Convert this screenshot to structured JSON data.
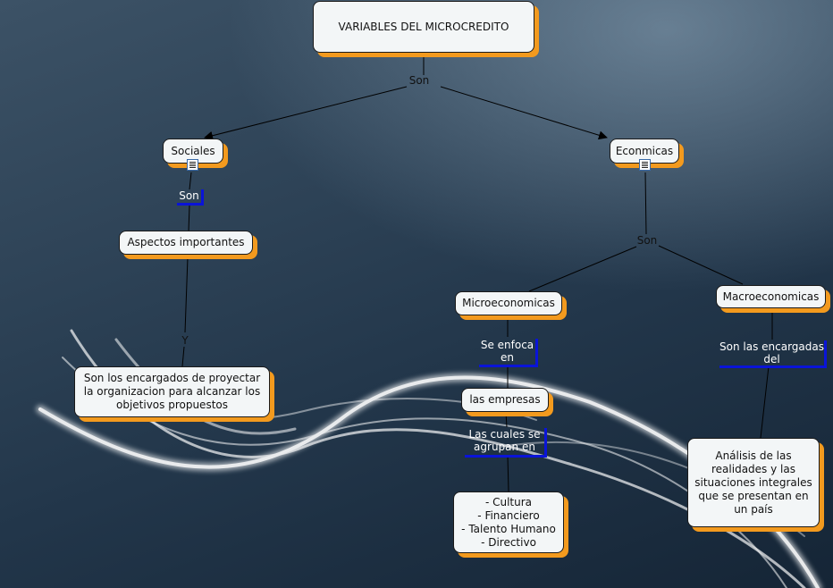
{
  "nodes": {
    "title": "VARIABLES DEL MICROCREDITO",
    "sociales": "Sociales",
    "economicas": "Econmicas",
    "aspectos": "Aspectos importantes",
    "encargados": "Son los encargados de proyectar\nla organizacion para alcanzar los\nobjetivos propuestos",
    "micro": "Microeconomicas",
    "macro": "Macroeconomicas",
    "empresas": "las empresas",
    "cultura": "- Cultura\n- Financiero\n- Talento Humano\n- Directivo",
    "analisis": "Análisis de las\nrealidades y las\nsituaciones integrales\nque se presentan en\nun país"
  },
  "links": {
    "son_top": "Son",
    "son_sociales": "Son",
    "y_link": "Y",
    "son_economicas": "Son",
    "se_enfoca": "Se enfoca\nen",
    "las_cuales": "Las cuales se\nagrupan en",
    "son_encargadas": "Son las encargadas\ndel"
  },
  "colors": {
    "node_shadow": "#f39a1e",
    "link_underline": "#0a14d8"
  }
}
